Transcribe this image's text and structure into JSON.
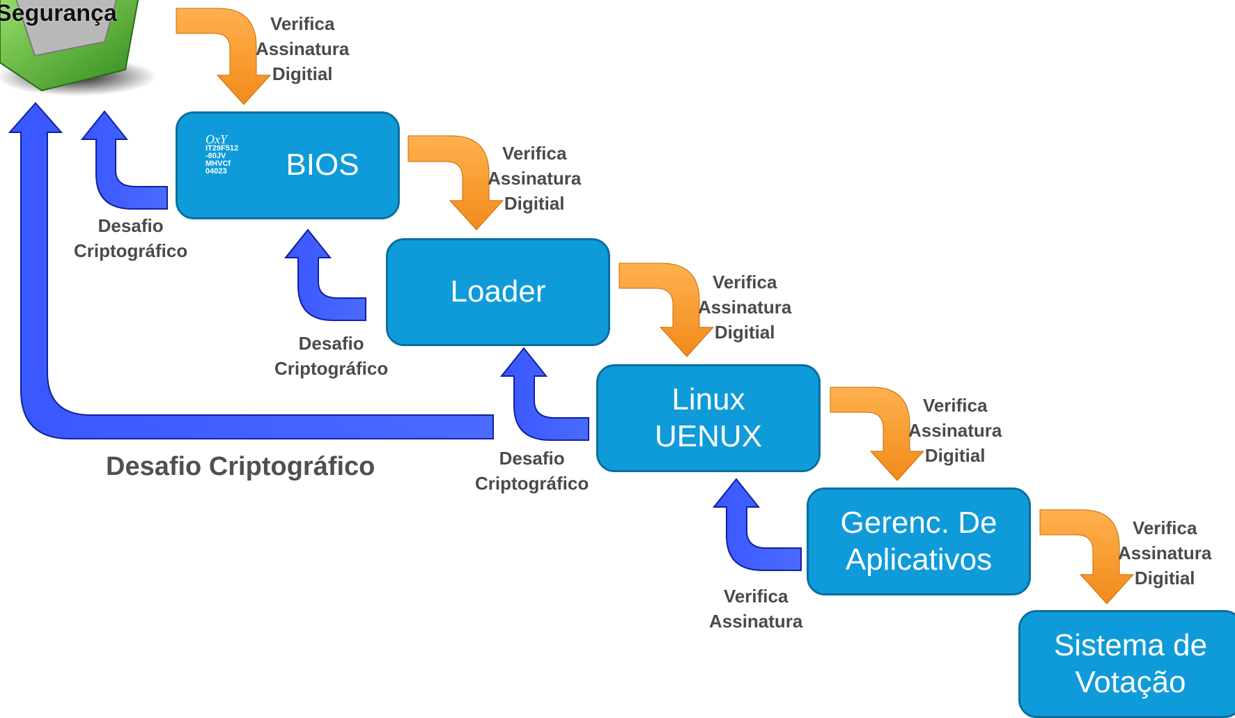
{
  "security_module": {
    "label": "Segurança"
  },
  "stages": [
    {
      "lines": [
        "BIOS"
      ]
    },
    {
      "lines": [
        "Loader"
      ]
    },
    {
      "lines": [
        "Linux",
        "UENUX"
      ]
    },
    {
      "lines": [
        "Gerenc. De",
        "Aplicativos"
      ]
    },
    {
      "lines": [
        "Sistema de",
        "Votação"
      ]
    }
  ],
  "chip": {
    "logo": "OxY",
    "text": [
      "IT29F512",
      "-80JV",
      "MHVCf",
      "04023"
    ]
  },
  "verify_labels": [
    [
      "Verifica",
      "Assinatura",
      "Digitial"
    ],
    [
      "Verifica",
      "Assinatura",
      "Digitial"
    ],
    [
      "Verifica",
      "Assinatura",
      "Digitial"
    ],
    [
      "Verifica",
      "Assinatura",
      "Digitial"
    ],
    [
      "Verifica",
      "Assinatura",
      "Digitial"
    ]
  ],
  "challenge_labels": [
    [
      "Desafio",
      "Criptográfico"
    ],
    [
      "Desafio",
      "Criptográfico"
    ],
    [
      "Desafio",
      "Criptográfico"
    ],
    [
      "Verifica",
      "Assinatura"
    ]
  ],
  "main_challenge": {
    "label": "Desafio Criptográfico"
  },
  "colors": {
    "box": "#0f9bd9",
    "box_border": "#0a6fa0",
    "orange": "#f7941d",
    "blue": "#3b5bff",
    "text": "#4a4a4a"
  }
}
